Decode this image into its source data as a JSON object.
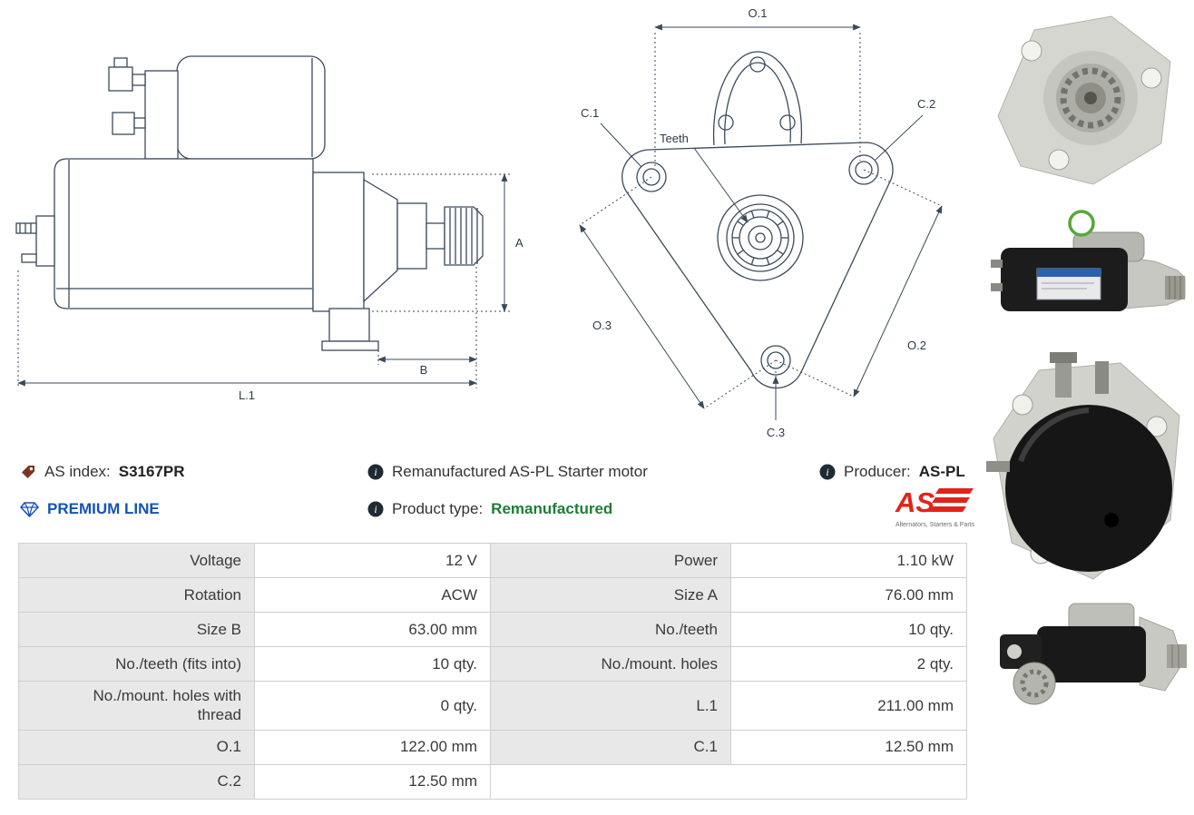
{
  "info": {
    "as_index_label": "AS index:",
    "as_index_value": "S3167PR",
    "premium_line": "PREMIUM LINE",
    "description": "Remanufactured AS-PL Starter motor",
    "product_type_label": "Product type:",
    "product_type_value": "Remanufactured",
    "producer_label": "Producer:",
    "producer_value": "AS-PL",
    "logo_text": "AS",
    "logo_tagline": "Alternators, Starters & Parts"
  },
  "diagram": {
    "side": {
      "a": "A",
      "b": "B",
      "l1": "L.1"
    },
    "front": {
      "o1": "O.1",
      "o2": "O.2",
      "o3": "O.3",
      "c1": "C.1",
      "c2": "C.2",
      "c3": "C.3",
      "teeth": "Teeth"
    }
  },
  "spec_table": {
    "rows": [
      {
        "label1": "Voltage",
        "value1": "12 V",
        "label2": "Power",
        "value2": "1.10 kW"
      },
      {
        "label1": "Rotation",
        "value1": "ACW",
        "label2": "Size A",
        "value2": "76.00 mm"
      },
      {
        "label1": "Size B",
        "value1": "63.00 mm",
        "label2": "No./teeth",
        "value2": "10 qty."
      },
      {
        "label1": "No./teeth (fits into)",
        "value1": "10 qty.",
        "label2": "No./mount. holes",
        "value2": "2 qty."
      },
      {
        "label1": "No./mount. holes with thread",
        "value1": "0 qty.",
        "label2": "L.1",
        "value2": "211.00 mm"
      },
      {
        "label1": "O.1",
        "value1": "122.00 mm",
        "label2": "C.1",
        "value2": "12.50 mm"
      },
      {
        "label1": "C.2",
        "value1": "12.50 mm",
        "label2": "",
        "value2": ""
      }
    ]
  },
  "colors": {
    "accent_blue": "#1553b5",
    "accent_green": "#1e7e34",
    "brand_red": "#e2231a",
    "table_label_bg": "#e8e8e8",
    "drawing_line": "#3b4a5a"
  }
}
